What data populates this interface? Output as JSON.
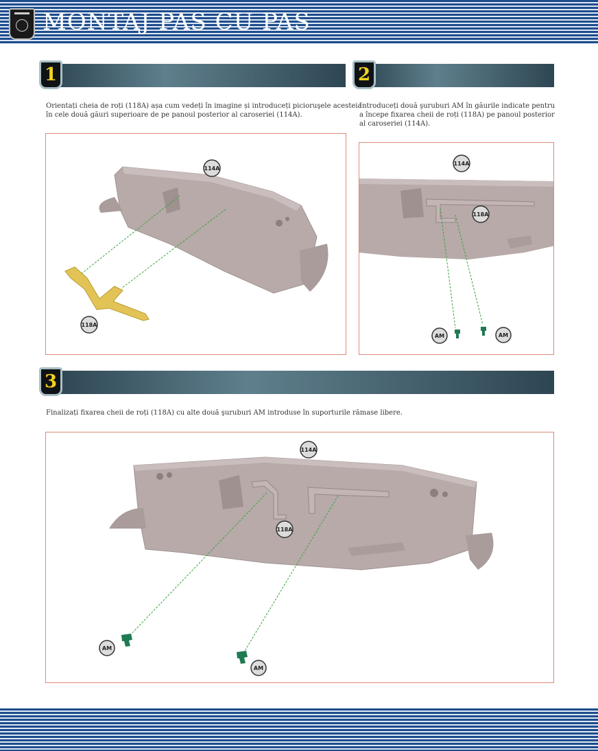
{
  "header": {
    "title": "MONTAJ PAS CU PAS"
  },
  "steps": [
    {
      "number": "1",
      "text_lines": [
        "Orientați cheia de roți (118A) așa cum vedeți în imagine și introduceți picioruşele acesteia",
        "în cele două găuri superioare de pe panoul posterior al caroseriei (114A)."
      ],
      "labels": [
        "114A",
        "118A"
      ]
    },
    {
      "number": "2",
      "text_lines": [
        "Introduceți două şuruburi AM în găurile indicate pentru",
        "a începe fixarea cheii de roți (118A) pe panoul posterior",
        "al caroseriei (114A)."
      ],
      "labels": [
        "114A",
        "118A",
        "AM",
        "AM"
      ]
    },
    {
      "number": "3",
      "text_lines": [
        "Finalizați fixarea cheii de roți (118A) cu alte două şuruburi AM introduse în suporturile rămase libere."
      ],
      "labels": [
        "114A",
        "118A",
        "AM",
        "AM"
      ]
    }
  ],
  "colors": {
    "header_blue": "#1d4c8d",
    "frame_border": "#dd8c77",
    "panel_fill": "#b7aaa9",
    "wrench_yellow": "#e2c456",
    "screw_green": "#1f7a52",
    "dashed_green": "#3aa33a",
    "number_yellow": "#f3d21c"
  }
}
